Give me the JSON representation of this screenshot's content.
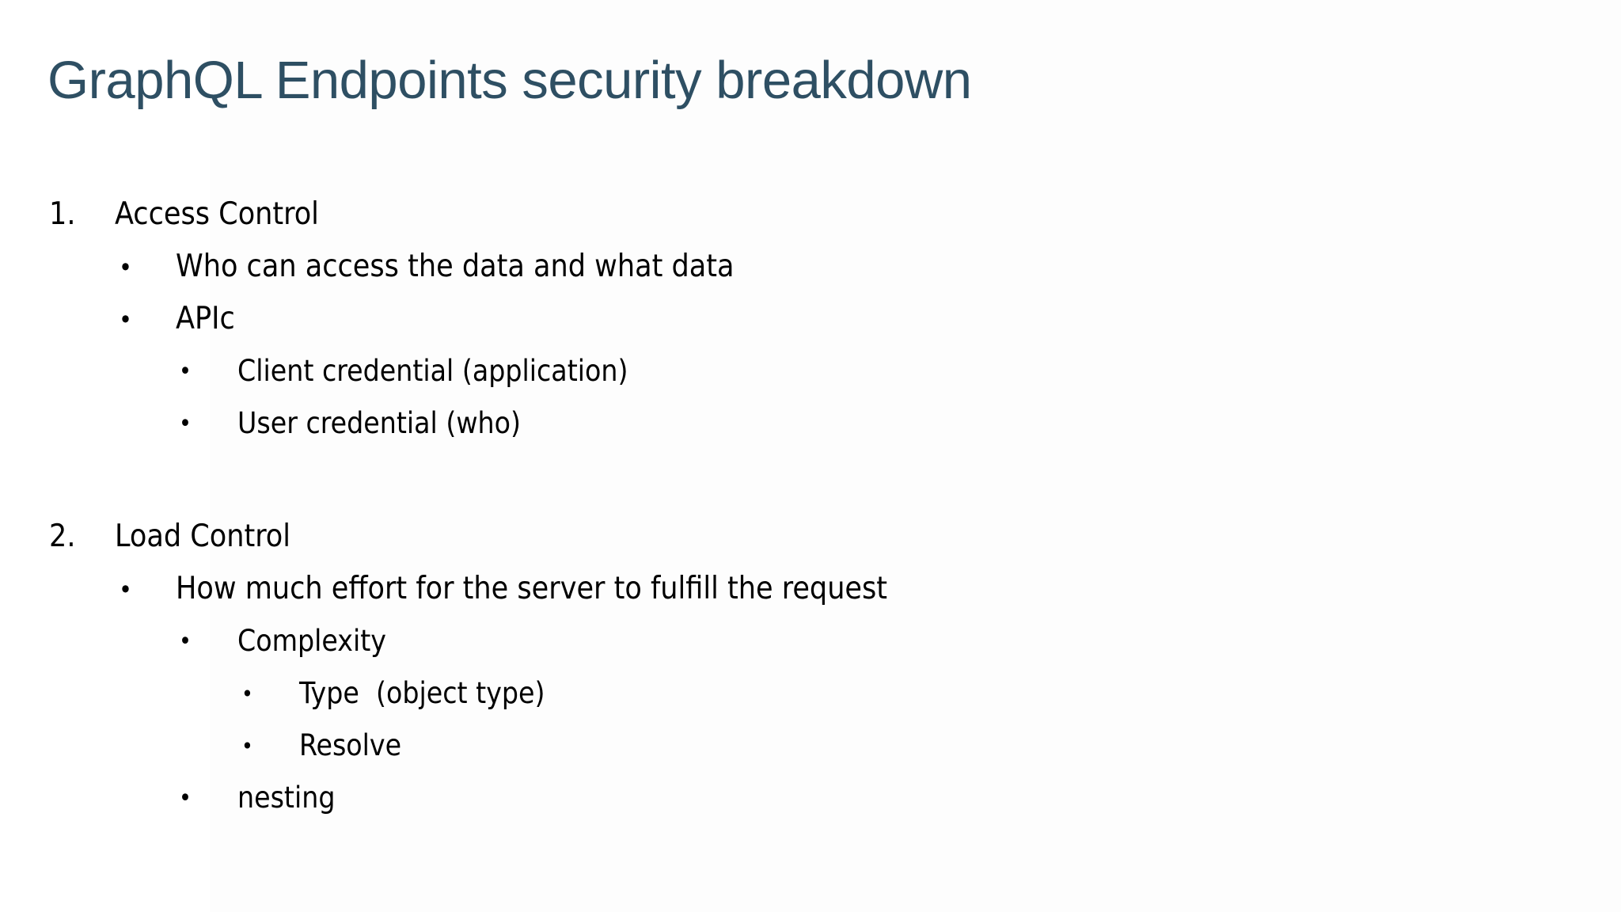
{
  "slide": {
    "title": "GraphQL Endpoints security breakdown",
    "title_color": "#2E4F63",
    "body_color": "#000000",
    "background_color": "#FFFFFF",
    "bullet_glyph": "•"
  },
  "outline": [
    {
      "level": 1,
      "marker": "1.",
      "marker_type": "number",
      "text": "Access Control"
    },
    {
      "level": 2,
      "marker": "•",
      "marker_type": "bullet",
      "text": "Who can access the data and what data"
    },
    {
      "level": 2,
      "marker": "•",
      "marker_type": "bullet",
      "text": "APIc"
    },
    {
      "level": 3,
      "marker": "•",
      "marker_type": "bullet",
      "text": "Client credential (application)"
    },
    {
      "level": 3,
      "marker": "•",
      "marker_type": "bullet",
      "text": "User credential (who)"
    },
    {
      "level": 0,
      "marker": "",
      "marker_type": "none",
      "text": ""
    },
    {
      "level": 1,
      "marker": "2.",
      "marker_type": "number",
      "text": "Load Control"
    },
    {
      "level": 2,
      "marker": "•",
      "marker_type": "bullet",
      "text": "How much effort for the server to fulfill the request"
    },
    {
      "level": 3,
      "marker": "•",
      "marker_type": "bullet",
      "text": "Complexity"
    },
    {
      "level": 4,
      "marker": "•",
      "marker_type": "bullet",
      "text": "Type  (object type)"
    },
    {
      "level": 4,
      "marker": "•",
      "marker_type": "bullet",
      "text": "Resolve"
    },
    {
      "level": 3,
      "marker": "•",
      "marker_type": "bullet",
      "text": "nesting"
    }
  ]
}
